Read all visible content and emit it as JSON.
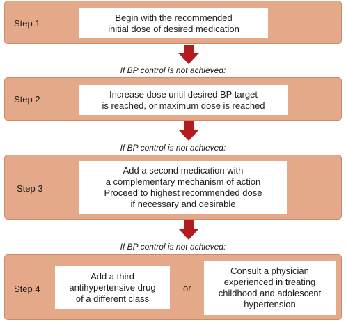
{
  "colors": {
    "panel": "#e3a989",
    "panel_border": "#cc8a68",
    "arrow": "#b31b20",
    "box": "#ffffff"
  },
  "condition_text": "If BP control is not achieved:",
  "step1": {
    "label": "Step 1",
    "lines": [
      "Begin with the recommended",
      "initial dose of desired medication"
    ]
  },
  "step2": {
    "label": "Step 2",
    "lines": [
      "Increase dose until desired BP target",
      "is reached, or maximum dose is reached"
    ]
  },
  "step3": {
    "label": "Step 3",
    "lines": [
      "Add a second medication with",
      "a complementary mechanism of action",
      "Proceed to highest recommended dose",
      "if necessary and desirable"
    ]
  },
  "step4": {
    "label": "Step 4",
    "option_a": [
      "Add a third",
      "antihypertensive drug",
      "of a different class"
    ],
    "or": "or",
    "option_b": [
      "Consult a physician",
      "experienced in treating",
      "childhood and adolescent",
      "hypertension"
    ]
  }
}
